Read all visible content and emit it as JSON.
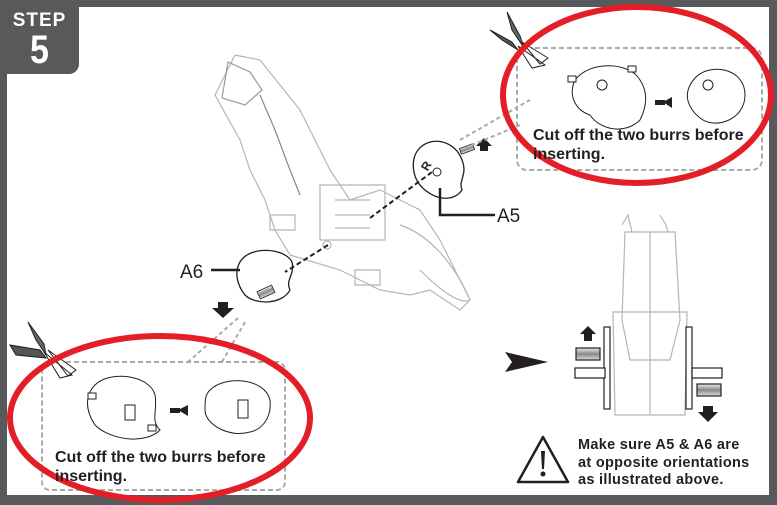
{
  "step": {
    "label": "STEP",
    "number": "5"
  },
  "parts": {
    "a5": "A5",
    "a6": "A6"
  },
  "callouts": {
    "top_right": {
      "line1": "Cut off the two burrs before",
      "line2": "inserting."
    },
    "bottom_left": {
      "line1": "Cut off the two burrs before",
      "line2": "inserting."
    }
  },
  "warning": {
    "icon": "warning-triangle-icon",
    "line1": "Make sure A5 & A6 are",
    "line2": "at opposite orientations",
    "line3": "as illustrated above."
  },
  "colors": {
    "frame": "#58595b",
    "highlight": "#e41e26",
    "text": "#231f20"
  }
}
